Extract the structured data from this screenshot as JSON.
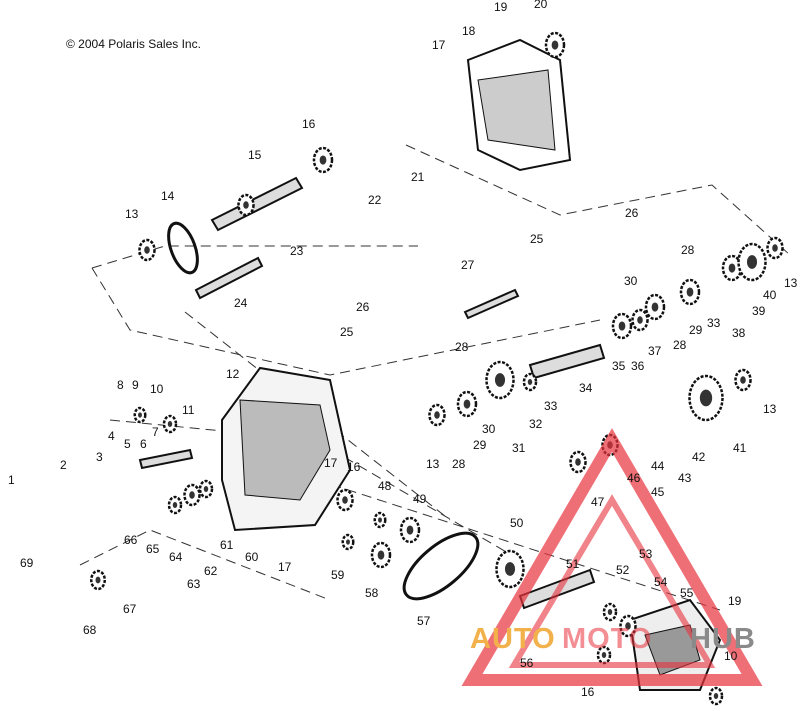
{
  "copyright": "© 2004 Polaris Sales Inc.",
  "watermark": {
    "text_left": "AUTO",
    "text_mid": "MOTO",
    "text_right": "HUB",
    "colors": {
      "triangle": "#e8323c",
      "left": "#f2b14a",
      "mid": "#e8323c",
      "right": "#8a8a8a"
    }
  },
  "callouts": [
    "1",
    "2",
    "3",
    "4",
    "5",
    "6",
    "7",
    "8",
    "9",
    "10",
    "11",
    "12",
    "13",
    "14",
    "15",
    "16",
    "17",
    "18",
    "19",
    "20",
    "21",
    "22",
    "23",
    "24",
    "25",
    "26",
    "27",
    "28",
    "29",
    "30",
    "31",
    "32",
    "33",
    "34",
    "35",
    "36",
    "37",
    "38",
    "39",
    "40",
    "41",
    "42",
    "43",
    "44",
    "45",
    "46",
    "47",
    "48",
    "49",
    "50",
    "51",
    "52",
    "53",
    "54",
    "55",
    "56",
    "57",
    "58",
    "59",
    "60",
    "61",
    "62",
    "63",
    "64",
    "65",
    "66",
    "67",
    "68",
    "69"
  ]
}
